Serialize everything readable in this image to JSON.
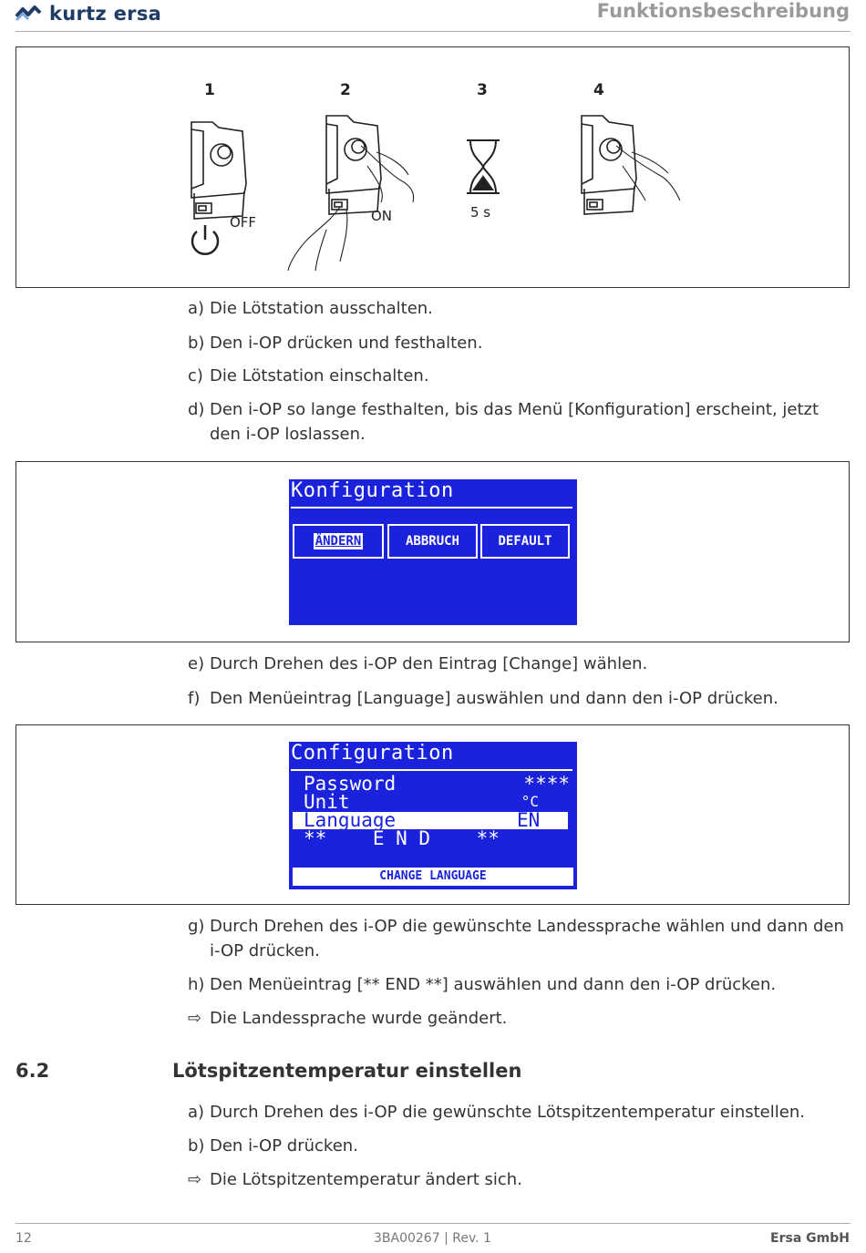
{
  "header": {
    "brand": "kurtz ersa",
    "title": "Funktionsbeschreibung"
  },
  "figure1": {
    "step_numbers": [
      "1",
      "2",
      "3",
      "4"
    ],
    "labels": {
      "off": "OFF",
      "on": "ON",
      "wait": "5 s"
    }
  },
  "steps_a": [
    {
      "label": "a)",
      "text": "Die Lötstation ausschalten."
    },
    {
      "label": "b)",
      "text": "Den i-OP drücken und festhalten."
    },
    {
      "label": "c)",
      "text": "Die Lötstation einschalten."
    },
    {
      "label": "d)",
      "text": "Den i-OP so lange festhalten, bis das Menü [Konfiguration] erscheint, jetzt den i-OP loslassen."
    }
  ],
  "lcd1": {
    "title": "Konfiguration",
    "buttons": [
      "ÄNDERN",
      "ABBRUCH",
      "DEFAULT"
    ]
  },
  "steps_b": [
    {
      "label": "e)",
      "text": "Durch Drehen des i-OP den Eintrag [Change] wählen."
    },
    {
      "label": "f)",
      "text": "Den Menüeintrag [Language] auswählen und dann den i-OP drücken."
    }
  ],
  "lcd2": {
    "title": "Configuration",
    "rows": [
      {
        "name": "Password",
        "value": "****"
      },
      {
        "name": "Unit",
        "value": "°C"
      },
      {
        "name": "Language",
        "value": "EN"
      }
    ],
    "end_row": "**    E N D    **",
    "status": "CHANGE LANGUAGE"
  },
  "steps_c": [
    {
      "label": "g)",
      "text": "Durch Drehen des i-OP die gewünschte Landessprache wählen und dann den i-OP drücken."
    },
    {
      "label": "h)",
      "text": "Den Menüeintrag [** END **] auswählen und dann den i-OP drücken."
    },
    {
      "label": "⇨",
      "text": "Die Landessprache wurde geändert."
    }
  ],
  "section": {
    "number": "6.2",
    "title": "Lötspitzentemperatur einstellen",
    "steps": [
      {
        "label": "a)",
        "text": "Durch Drehen des i-OP die gewünschte Lötspitzentemperatur einstellen."
      },
      {
        "label": "b)",
        "text": "Den i-OP drücken."
      },
      {
        "label": "⇨",
        "text": "Die Lötspitzentemperatur ändert sich."
      }
    ]
  },
  "footer": {
    "page": "12",
    "doc": "3BA00267 | Rev. 1",
    "company": "Ersa GmbH"
  }
}
